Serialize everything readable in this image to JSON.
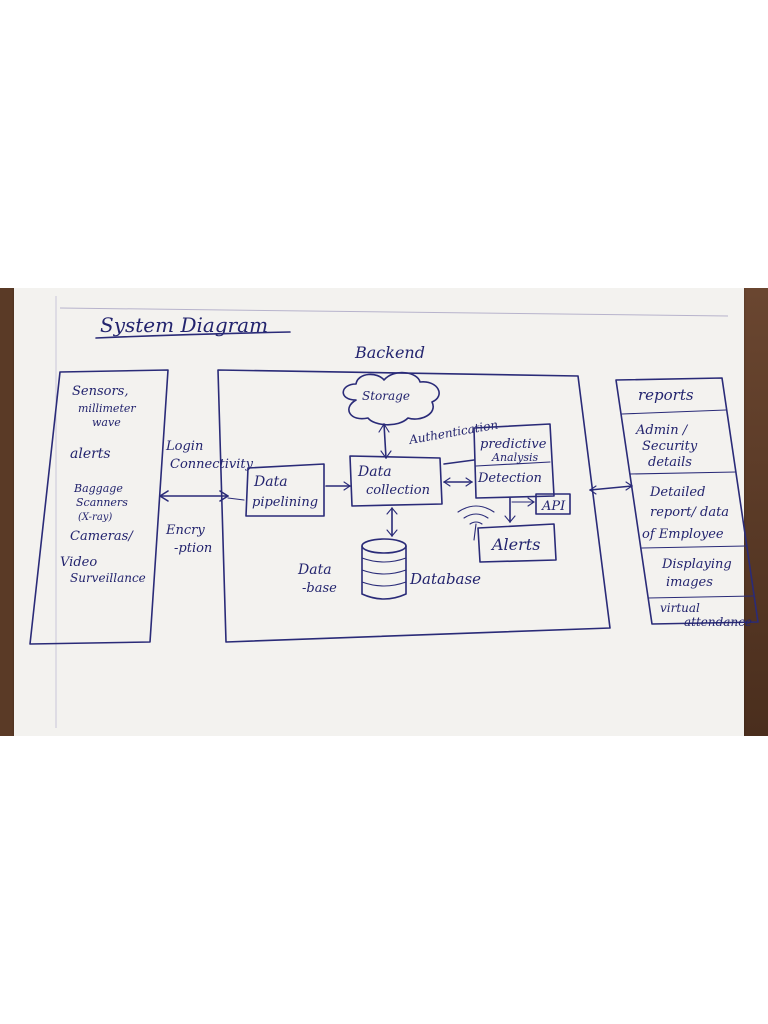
{
  "title": "System Diagram",
  "backend_label": "Backend",
  "inputs": {
    "items": [
      [
        "Sensors,",
        "millimeter",
        "wave"
      ],
      [
        "alerts"
      ],
      [
        "Baggage",
        "Scanners",
        "(X-ray)"
      ],
      [
        "Cameras/"
      ],
      [
        "Video",
        "Surveillance"
      ]
    ]
  },
  "links": {
    "login": [
      "Login",
      "Connectivity"
    ],
    "encryption": [
      "Encry",
      "-ption"
    ],
    "authentication": "Authentication"
  },
  "backend": {
    "storage": "Storage",
    "data_pipeline": [
      "Data",
      "pipelining"
    ],
    "data_collection": [
      "Data",
      "collection"
    ],
    "predictive_analysis": [
      "predictive",
      "Analysis"
    ],
    "detection": "Detection",
    "api": "API",
    "alerts": "Alerts",
    "database_side_label": [
      "Data",
      "-base"
    ],
    "database_label": "Database"
  },
  "outputs": {
    "header": "reports",
    "items": [
      [
        "Admin /",
        "Security",
        "details"
      ],
      [
        "Detailed",
        "report/ data",
        "of Employee"
      ],
      [
        "Displaying",
        "images"
      ],
      [
        "virtual",
        "attendance"
      ]
    ]
  }
}
